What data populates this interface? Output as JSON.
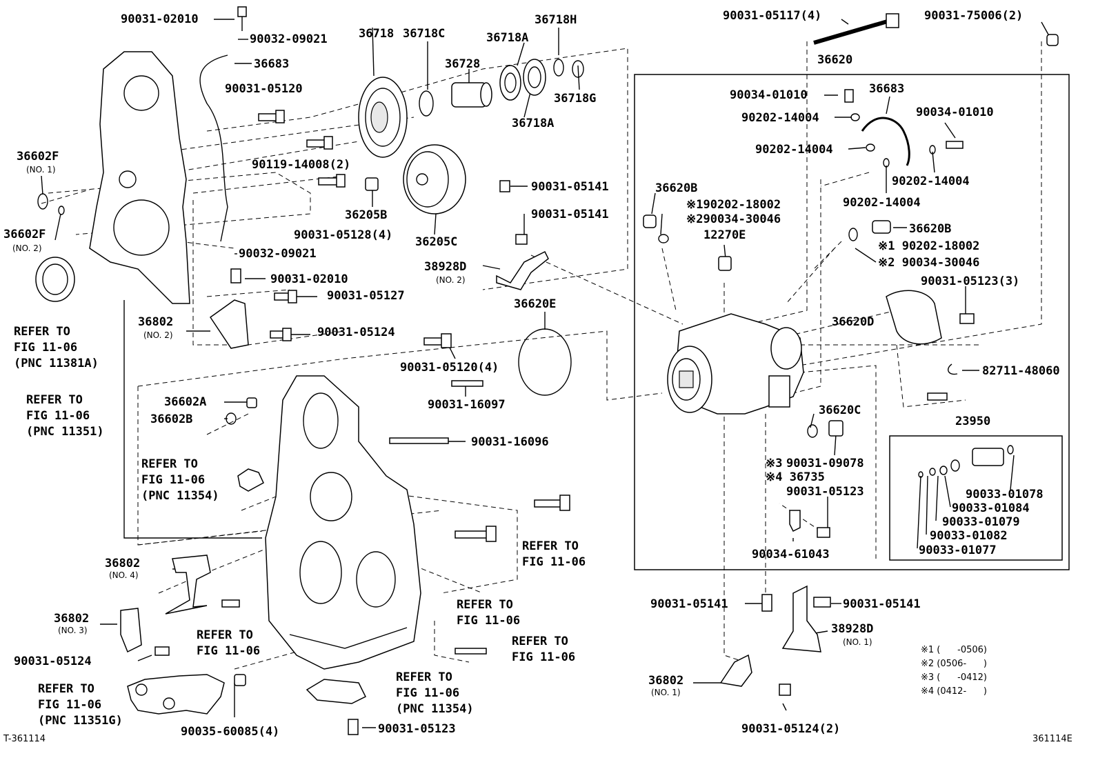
{
  "labels": {
    "p90031_02010_top": "90031-02010",
    "p90032_09021_top": "90032-09021",
    "p36683_left": "36683",
    "p90031_05120": "90031-05120",
    "p36602F_1": "36602F",
    "p36602F_1_sub": "(NO. 1)",
    "p90119_14008": "90119-14008(2)",
    "p36602F_2": "36602F",
    "p36602F_2_sub": "(NO. 2)",
    "p90031_05128": "90031-05128(4)",
    "p90032_09021_bot": "90032-09021",
    "p90031_02010_bot": "90031-02010",
    "p90031_05127": "90031-05127",
    "p36802_2": "36802",
    "p36802_2_sub": "(NO. 2)",
    "p90031_05124_mid": "90031-05124",
    "p36718": "36718",
    "p36718C": "36718C",
    "p36728": "36728",
    "p36718A_top": "36718A",
    "p36718H": "36718H",
    "p36718G": "36718G",
    "p36718A_bot": "36718A",
    "p36205B": "36205B",
    "p36205C": "36205C",
    "p90031_05141_a": "90031-05141",
    "p90031_05141_b": "90031-05141",
    "p38928D_2": "38928D",
    "p38928D_2_sub": "(NO. 2)",
    "p36620E": "36620E",
    "p90031_05120_4": "90031-05120(4)",
    "p90031_16097": "90031-16097",
    "p90031_16096": "90031-16096",
    "p36602A": "36602A",
    "p36602B": "36602B",
    "p36802_4": "36802",
    "p36802_4_sub": "(NO. 4)",
    "p36802_3": "36802",
    "p36802_3_sub": "(NO. 3)",
    "p90031_05124_left": "90031-05124",
    "p90035_60085": "90035-60085(4)",
    "p90031_05123_bot": "90031-05123",
    "p90031_05117": "90031-05117(4)",
    "p90031_75006": "90031-75006(2)",
    "p36620": "36620",
    "p90034_01010_a": "90034-01010",
    "p36683_right": "36683",
    "p90202_14004_a": "90202-14004",
    "p90034_01010_b": "90034-01010",
    "p90202_14004_b": "90202-14004",
    "p90202_14004_c": "90202-14004",
    "p90202_14004_d": "90202-14004",
    "p36620B_a": "36620B",
    "p190202_18002": "※190202-18002",
    "p290034_30046": "※290034-30046",
    "p12270E": "12270E",
    "p36620B_b": "36620B",
    "p1_90202_18002": "※1 90202-18002",
    "p2_90034_30046": "※2 90034-30046",
    "p90031_05123_3": "90031-05123(3)",
    "p36620D": "36620D",
    "p82711_48060": "82711-48060",
    "p23950": "23950",
    "p36620C": "36620C",
    "p90031_09078": "90031-09078",
    "p36735_3": "※3",
    "p36735": "※4 36735",
    "p90031_05123_r": "90031-05123",
    "p90033_01078": "90033-01078",
    "p90033_01084": "90033-01084",
    "p90033_01079": "90033-01079",
    "p90033_01082": "90033-01082",
    "p90033_01077": "90033-01077",
    "p90034_61043": "90034-61043",
    "p90031_05141_c": "90031-05141",
    "p90031_05141_d": "90031-05141",
    "p38928D_1": "38928D",
    "p38928D_1_sub": "(NO. 1)",
    "p36802_1": "36802",
    "p36802_1_sub": "(NO. 1)",
    "p90031_05124_2": "90031-05124(2)"
  },
  "refer_blocks": [
    {
      "line1": "REFER TO",
      "line2": "FIG 11-06",
      "line3": "(PNC 11381A)"
    },
    {
      "line1": "REFER TO",
      "line2": "FIG 11-06",
      "line3": "(PNC 11351)"
    },
    {
      "line1": "REFER TO",
      "line2": "FIG 11-06",
      "line3": "(PNC 11354)"
    },
    {
      "line1": "REFER TO",
      "line2": "FIG 11-06",
      "line3": ""
    },
    {
      "line1": "REFER TO",
      "line2": "FIG 11-06",
      "line3": ""
    },
    {
      "line1": "REFER TO",
      "line2": "FIG 11-06",
      "line3": ""
    },
    {
      "line1": "REFER TO",
      "line2": "FIG 11-06",
      "line3": ""
    },
    {
      "line1": "REFER TO",
      "line2": "FIG 11-06",
      "line3": "(PNC 11354)"
    },
    {
      "line1": "REFER TO",
      "line2": "FIG 11-06",
      "line3": "(PNC 11351G)"
    }
  ],
  "notes": {
    "n1": "※1 (      -0506)",
    "n2": "※2 (0506-      )",
    "n3": "※3 (      -0412)",
    "n4": "※4 (0412-      )"
  },
  "footer": {
    "left_code": "T-361114",
    "right_code": "361114E"
  }
}
